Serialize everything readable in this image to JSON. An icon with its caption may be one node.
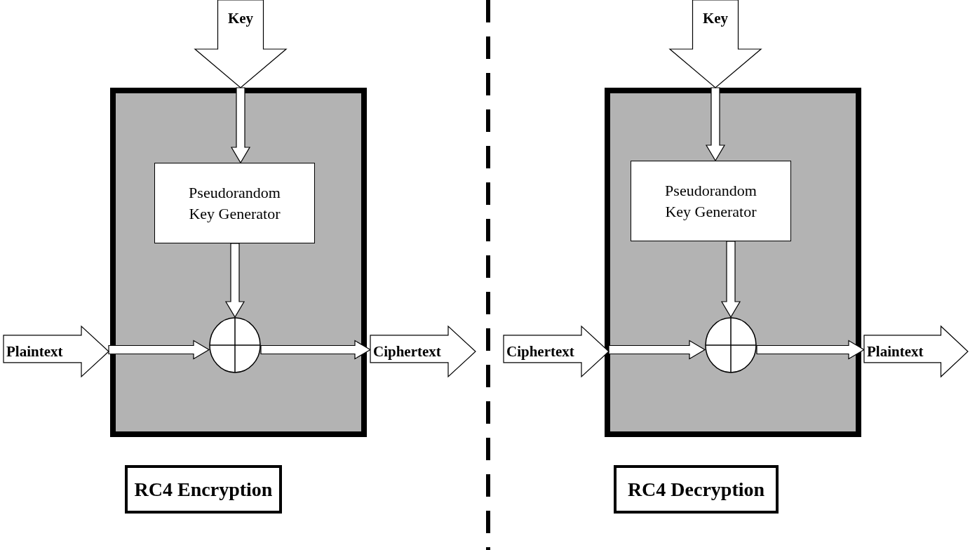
{
  "diagram": {
    "nodes": [
      {
        "text": [],
        "shape": "box"
      },
      {
        "text": [
          "Key"
        ]
      },
      {
        "text": [
          "Pseudorandom Key Generator"
        ],
        "in": 0
      },
      {
        "text": [],
        "shape": "circle",
        "in": 0
      },
      {
        "text": [
          "Plaintext"
        ]
      },
      {
        "text": [
          "Ciphertext"
        ]
      },
      {
        "text": [
          "RC4 Encryption"
        ]
      },
      {
        "text": [],
        "shape": "box"
      },
      {
        "text": [
          "Key"
        ]
      },
      {
        "text": [
          "Pseudorandom Key Generator"
        ],
        "in": 7
      },
      {
        "text": [],
        "shape": "circle",
        "in": 7
      },
      {
        "text": [
          "Ciphertext"
        ]
      },
      {
        "text": [
          "Plaintext"
        ]
      },
      {
        "text": [
          "RC4 Decryption"
        ]
      }
    ],
    "edges": [
      {
        "from": 1,
        "to": 2,
        "arrow": "to"
      },
      {
        "from": 2,
        "to": 3,
        "arrow": "to"
      },
      {
        "from": 4,
        "to": 3,
        "arrow": "to"
      },
      {
        "from": 3,
        "to": 5,
        "arrow": "to"
      },
      {
        "from": 8,
        "to": 9,
        "arrow": "to"
      },
      {
        "from": 9,
        "to": 10,
        "arrow": "to"
      },
      {
        "from": 11,
        "to": 10,
        "arrow": "to"
      },
      {
        "from": 10,
        "to": 12,
        "arrow": "to"
      }
    ]
  }
}
